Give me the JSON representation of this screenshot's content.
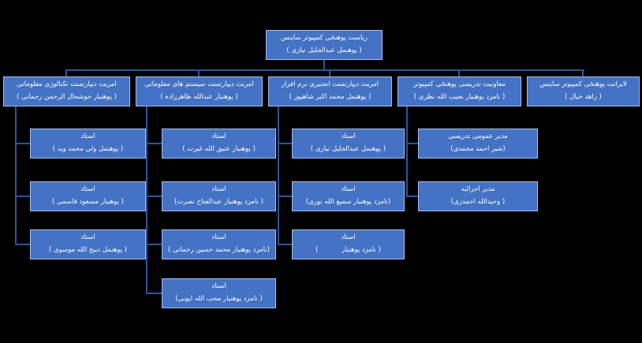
{
  "theme": {
    "page_bg": "#000000",
    "box_fill": "#4472C4",
    "box_border": "#A6BFE8",
    "line_color": "#2F5496",
    "text_color": "#FFFFFF"
  },
  "org": {
    "root": {
      "title": "ریاست پوهنځی کمپیوتر ساینس",
      "name": "( پوهنمل عبدالجلیل نیازی )"
    },
    "departments": [
      {
        "title": "آمریت دیپارتمنت تکنالوژی معلوماتی",
        "name": "( پوهنیار خوشحال الرحمن رحمانی )",
        "children": [
          {
            "title": "استاد",
            "name": "( پوهنمل ولی محمد وید )"
          },
          {
            "title": "استاد",
            "name": "( پوهنیار مسعود قاسمی )"
          },
          {
            "title": "استاد",
            "name": "( پوهنمل ذبیح الله موسوی )"
          }
        ]
      },
      {
        "title": "آمریت دیپارتمنت سیستم های معلوماتی",
        "name": "( پوهنیار عبدالله ظاهرزاده )",
        "children": [
          {
            "title": "استاد",
            "name": "( پوهنیار عتیق الله غیرت )"
          },
          {
            "title": "استاد",
            "name": "( نامزد پوهنیار عبدالفتاح نصرت)"
          },
          {
            "title": "استاد",
            "name": "(نامزد پوهنیار محمد حسین رحمانی )"
          },
          {
            "title": "استاد",
            "name": "( نامزد پوهنیار محب الله ایوبی)"
          }
        ]
      },
      {
        "title": "آمریت دیپارتمنت انجنیری نرم افزار",
        "name": "( پوهنمل محمد اکبر شاهپور )",
        "children": [
          {
            "title": "استاد",
            "name": "( پوهنمل عبدالجلیل نیازی )"
          },
          {
            "title": "استاد",
            "name": "(نامزد پوهنیار سمیع الله نوری)"
          },
          {
            "title": "استاد",
            "name": "( نامزد پوهنیار           )"
          }
        ]
      },
      {
        "title": "معاونیت تدریسی پوهنځی کمپیوتر",
        "name": "( نامزد پوهنیار نجیب الله نظری )",
        "children": [
          {
            "title": "مدیر عمومی تدریسی",
            "name": "(شیر احمد محمدی)"
          },
          {
            "title": "مدیر اجرائیه",
            "name": "( وحیدالله احمدزی)"
          }
        ]
      },
      {
        "title": "لابرانت پوهنځی کمپیوتر ساینس",
        "name": "( زاهد خیال )",
        "children": []
      }
    ]
  }
}
